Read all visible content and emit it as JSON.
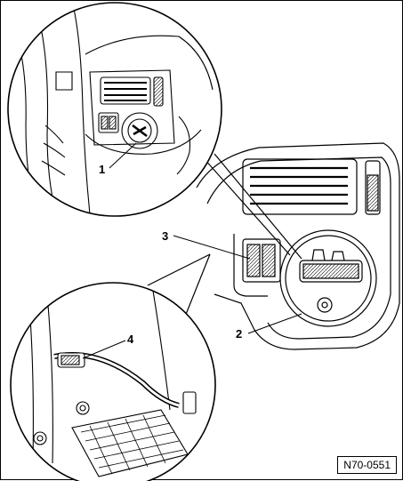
{
  "figure": {
    "reference": "N70-0551",
    "callouts": [
      "1",
      "2",
      "3",
      "4"
    ]
  }
}
